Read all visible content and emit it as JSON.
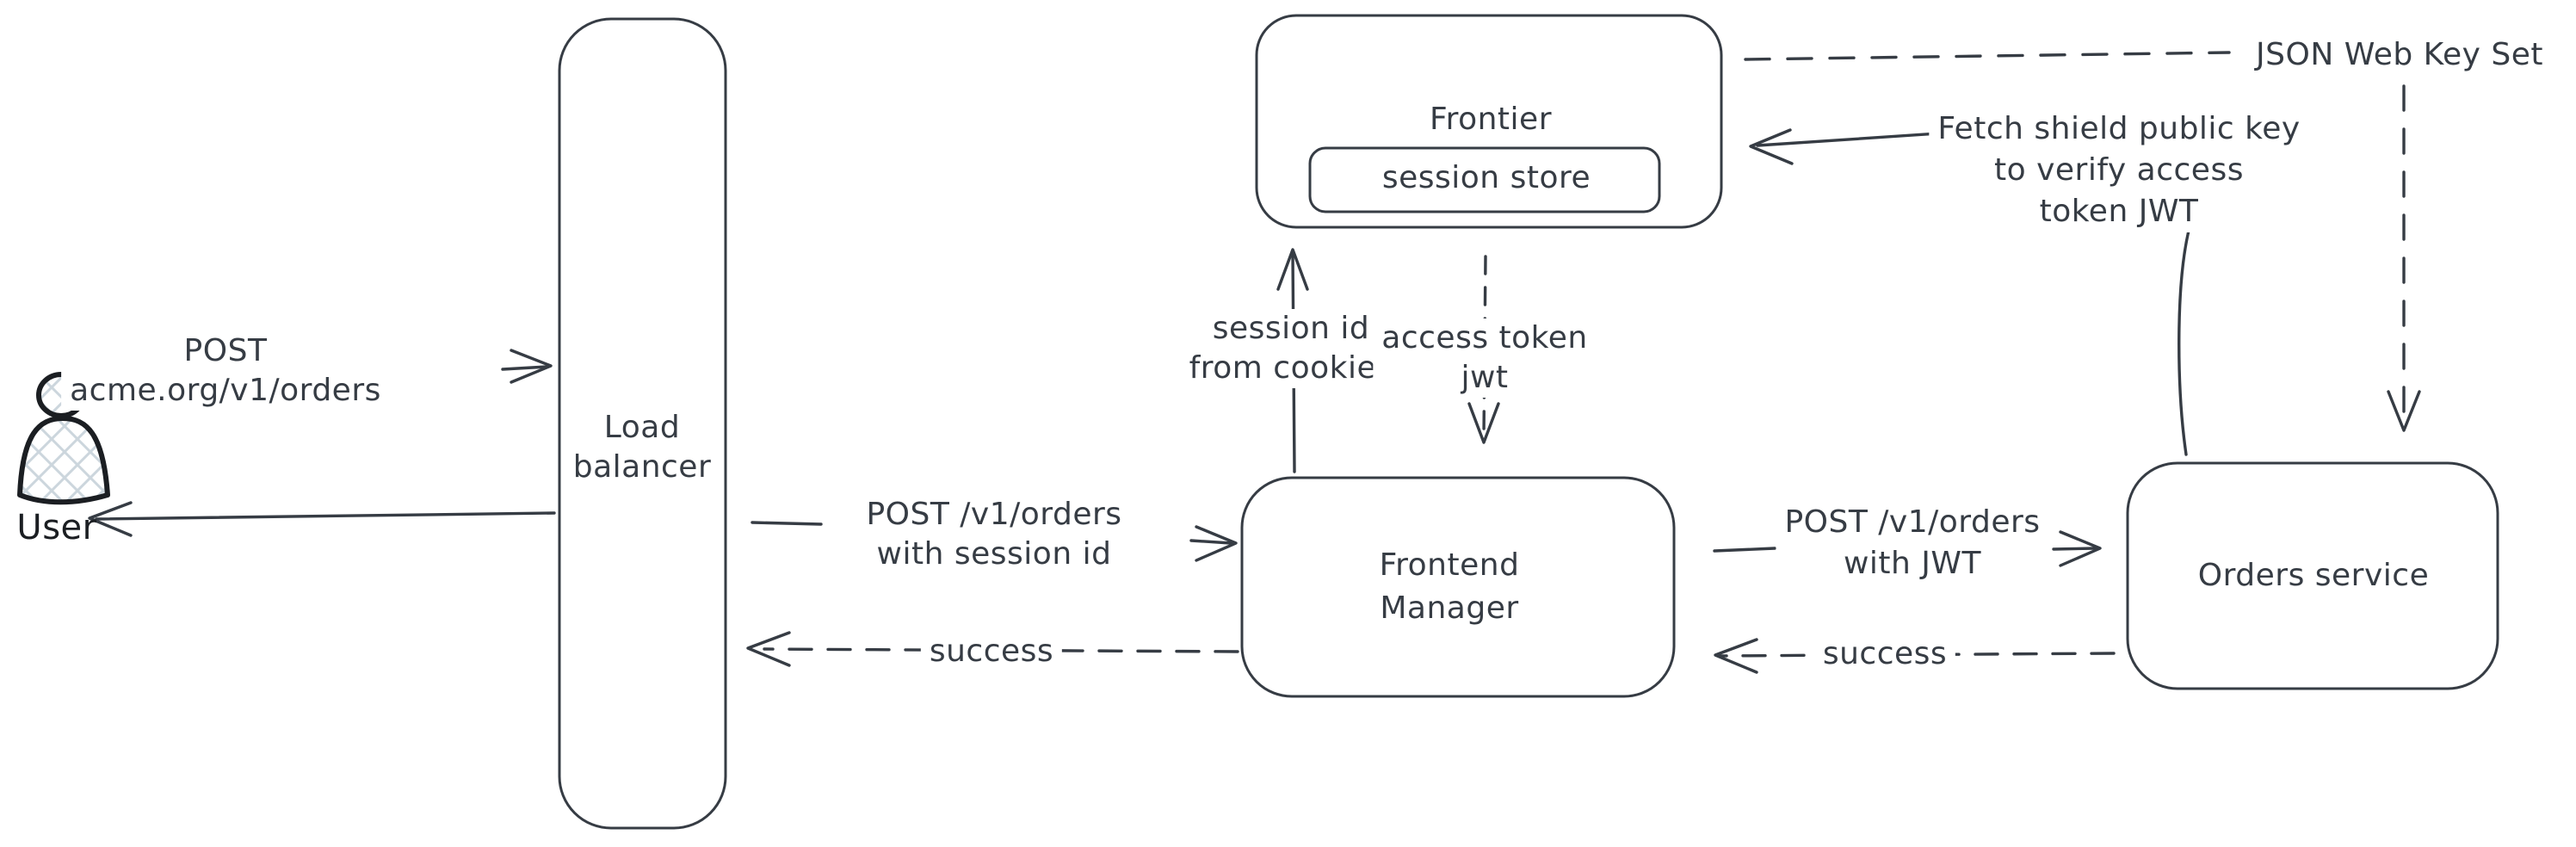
{
  "diagram": {
    "type": "architecture-sequence-sketch",
    "colors": {
      "background": "#ffffff",
      "stroke": "#363c44",
      "actor_stroke": "#1b1e22",
      "actor_hatch_fill": "#ccd6dd"
    },
    "nodes": {
      "user": {
        "label": "User",
        "kind": "actor"
      },
      "load_balancer": {
        "label_lines": [
          "Load",
          "balancer"
        ],
        "kind": "box"
      },
      "frontier": {
        "label": "Frontier",
        "kind": "box"
      },
      "session_store": {
        "label": "session store",
        "kind": "box",
        "parent": "frontier"
      },
      "frontend_manager": {
        "label_lines": [
          "Frontend",
          "Manager"
        ],
        "kind": "box"
      },
      "orders_service": {
        "label": "Orders service",
        "kind": "box"
      }
    },
    "edges": {
      "user_to_lb": {
        "from": "user",
        "to": "load_balancer",
        "style": "solid",
        "label_lines": [
          "POST",
          "acme.org/v1/orders"
        ]
      },
      "lb_to_user": {
        "from": "load_balancer",
        "to": "user",
        "style": "solid"
      },
      "lb_to_fm": {
        "from": "load_balancer",
        "to": "frontend_manager",
        "style": "solid",
        "label_lines": [
          "POST /v1/orders",
          "with session id"
        ]
      },
      "fm_to_lb_success": {
        "from": "frontend_manager",
        "to": "load_balancer",
        "style": "dashed",
        "label": "success"
      },
      "fm_to_frontier": {
        "from": "frontend_manager",
        "to": "frontier",
        "style": "solid",
        "label_lines": [
          "session id",
          "from cookies"
        ]
      },
      "frontier_to_fm": {
        "from": "frontier",
        "to": "frontend_manager",
        "style": "dashed",
        "label_lines": [
          "access token",
          "jwt"
        ]
      },
      "fm_to_orders": {
        "from": "frontend_manager",
        "to": "orders_service",
        "style": "solid",
        "label_lines": [
          "POST /v1/orders",
          "with JWT"
        ]
      },
      "orders_to_fm_success": {
        "from": "orders_service",
        "to": "frontend_manager",
        "style": "dashed",
        "label": "success"
      },
      "orders_to_frontier_fetch": {
        "from": "orders_service",
        "to": "frontier",
        "style": "solid",
        "label_lines": [
          "Fetch shield public key",
          "to verify access",
          "token JWT"
        ]
      },
      "frontier_to_orders_jwks": {
        "from": "frontier",
        "to": "orders_service",
        "style": "dashed",
        "label": "JSON Web Key Set"
      }
    }
  }
}
